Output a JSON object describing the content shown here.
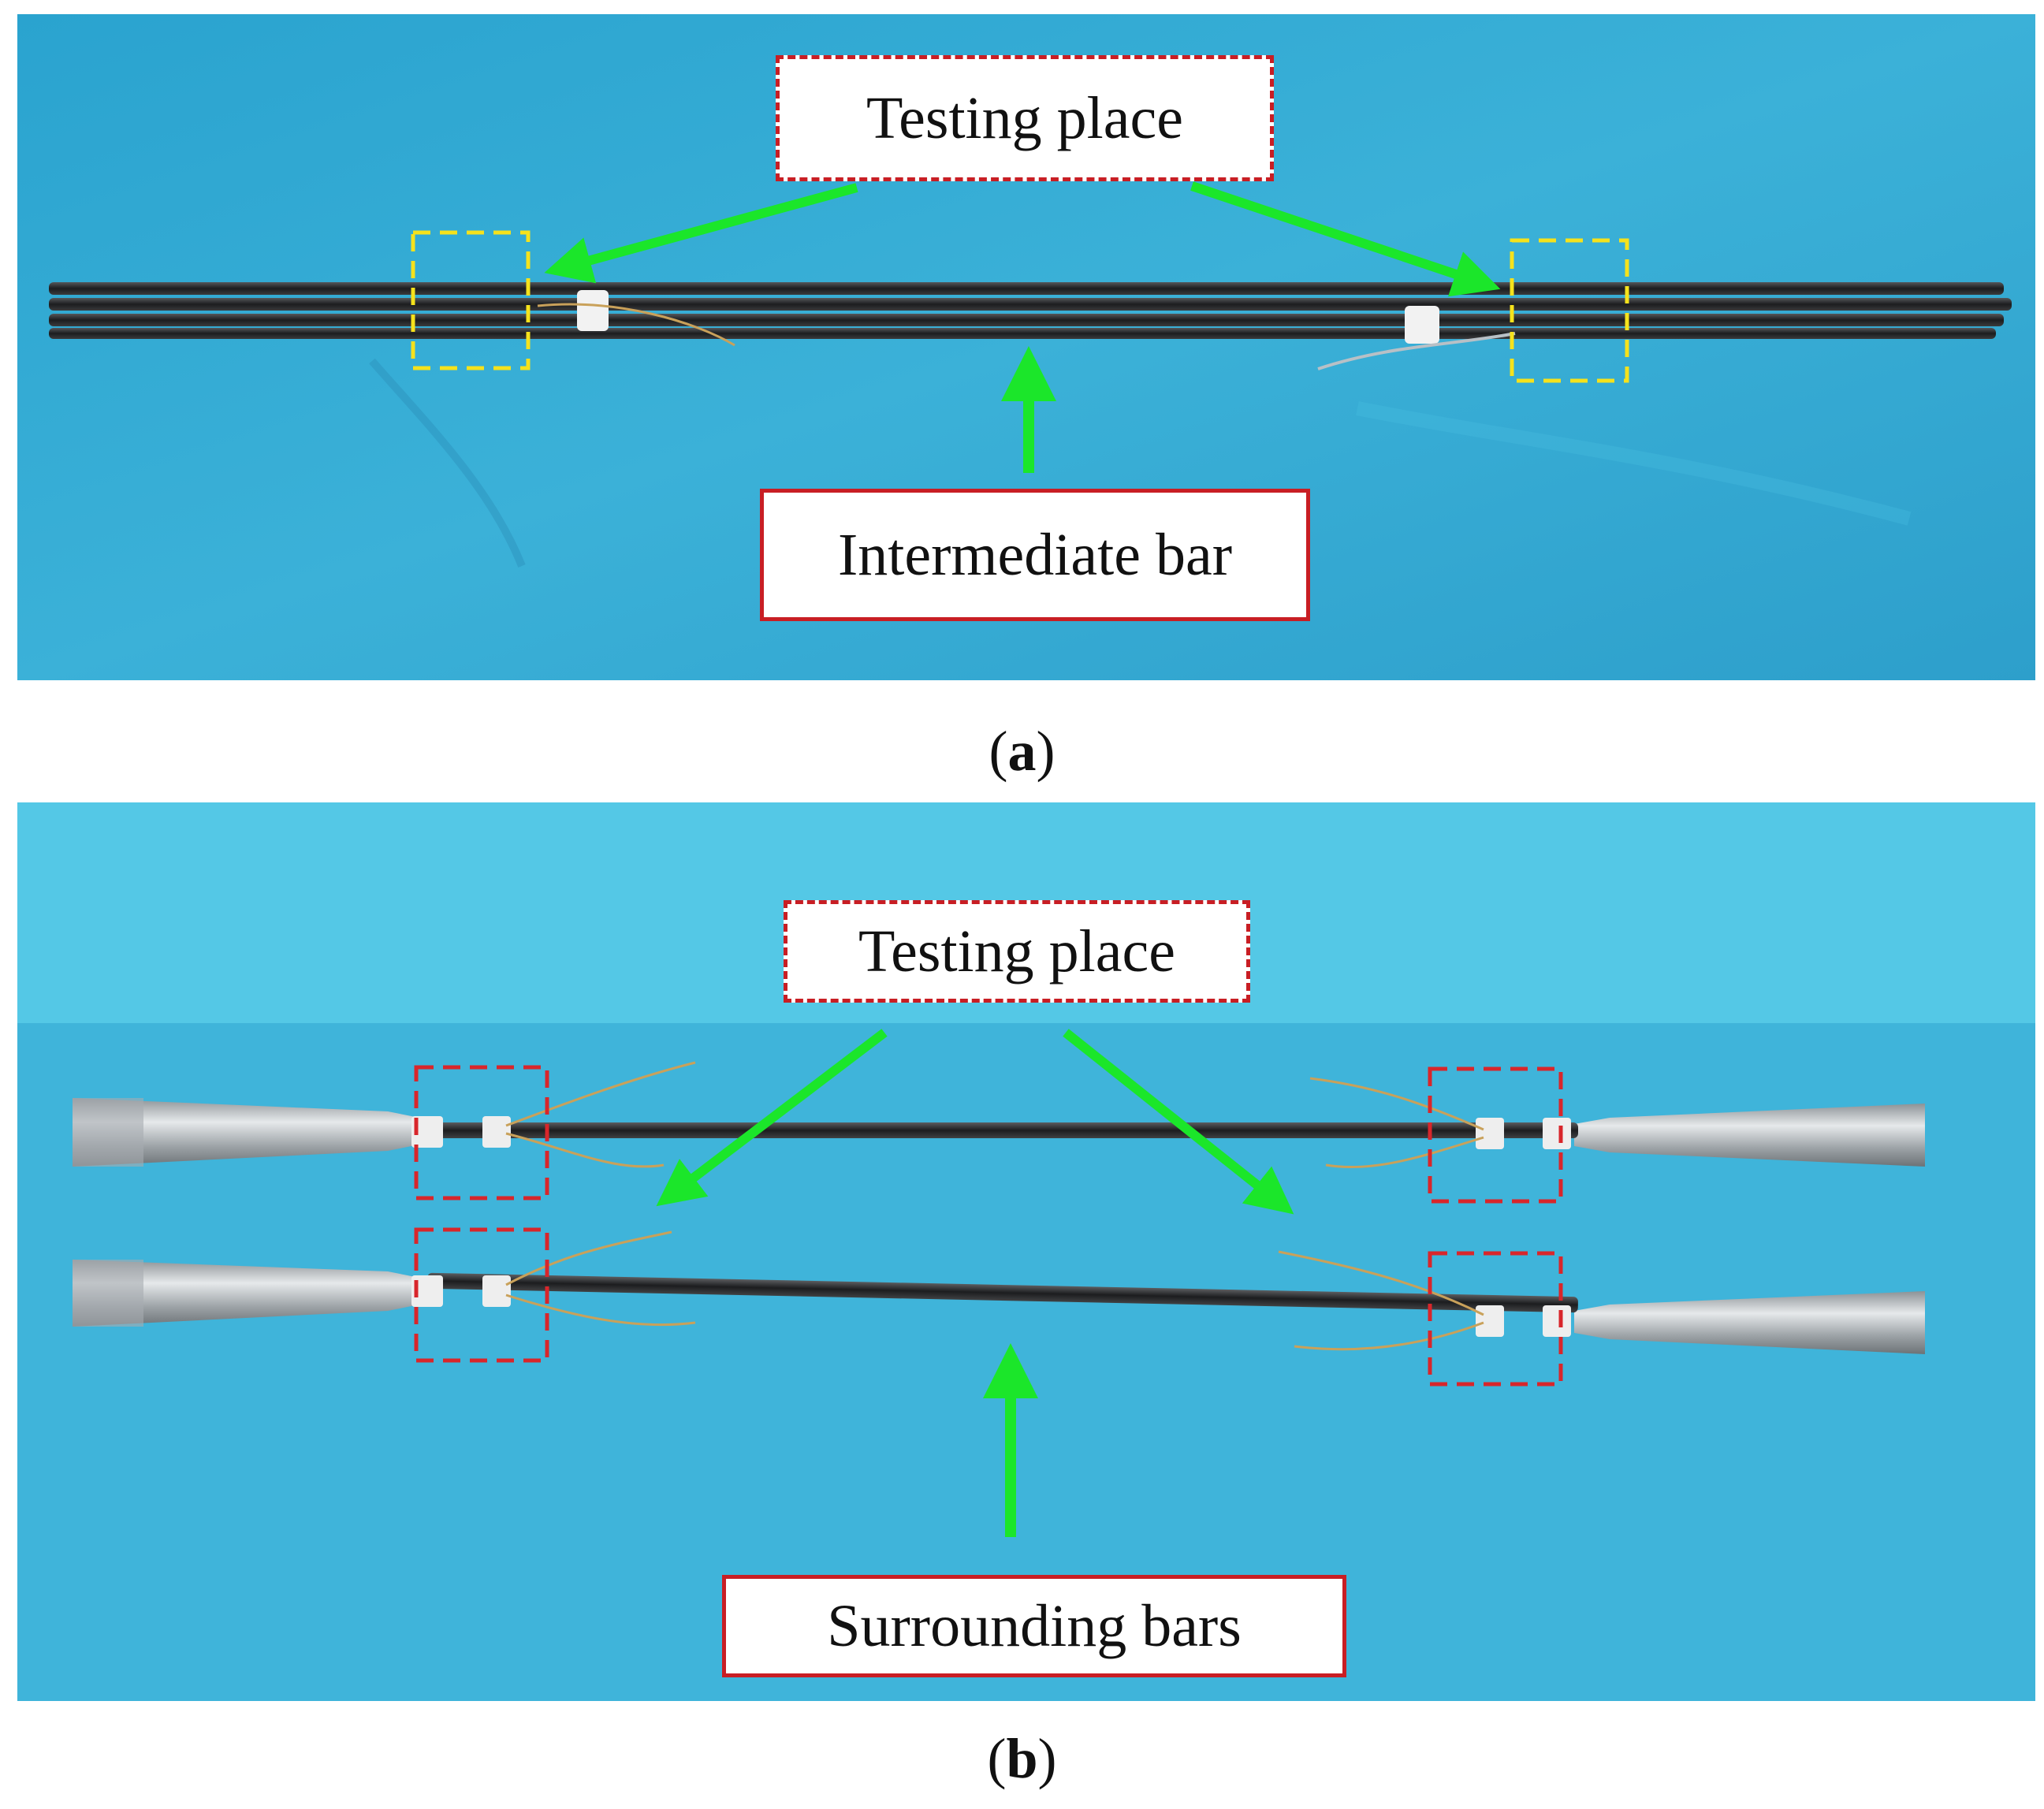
{
  "panel_a": {
    "top_label": "Testing place",
    "bottom_label": "Intermediate bar",
    "caption_letter": "a",
    "colors": {
      "background": "#3fb3d6",
      "highlight_box": "#f5e21c",
      "arrow": "#1be62a"
    }
  },
  "panel_b": {
    "top_label": "Testing place",
    "bottom_label": "Surrounding bars",
    "caption_letter": "b",
    "colors": {
      "background": "#54c8e6",
      "highlight_box": "#d8262b",
      "arrow": "#1be62a"
    }
  }
}
